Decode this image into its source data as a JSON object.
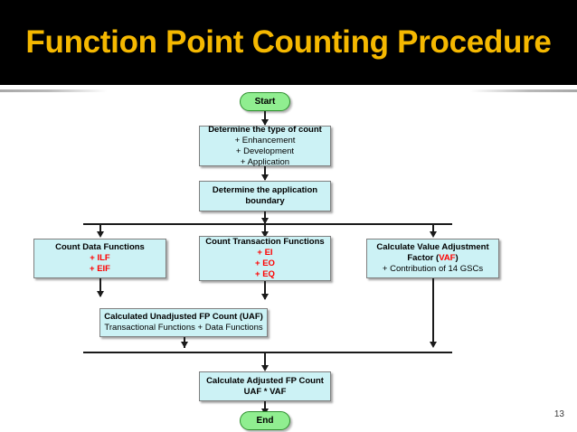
{
  "slide": {
    "title": "Function Point Counting Procedure",
    "page_number": "13",
    "colors": {
      "banner_background": "#000000",
      "title_text": "#f5b800",
      "node_fill": "#ccf2f5",
      "node_border": "#7f7f7f",
      "terminator_fill": "#90ee90",
      "terminator_border": "#2f8f2f",
      "accent_red": "#ff0000",
      "connector": "#1a1a1a"
    }
  },
  "flow": {
    "start": {
      "label": "Start"
    },
    "end": {
      "label": "End"
    },
    "determine_type": {
      "title": "Determine the type of count",
      "items": [
        "+ Enhancement",
        "+ Development",
        "+ Application"
      ]
    },
    "determine_boundary": {
      "line1": "Determine the application",
      "line2": "boundary"
    },
    "count_data_functions": {
      "title": "Count Data Functions",
      "items": [
        "+ ILF",
        "+ EIF"
      ]
    },
    "count_transaction_functions": {
      "title": "Count Transaction Functions",
      "items": [
        "+ EI",
        "+ EO",
        "+ EQ"
      ]
    },
    "calculate_vaf": {
      "title_line1": "Calculate Value Adjustment",
      "title_line2_prefix": "Factor (",
      "title_line2_accent": "VAF",
      "title_line2_suffix": ")",
      "note": "+ Contribution of 14 GSCs"
    },
    "unadjusted_fp_count": {
      "title": "Calculated Unadjusted FP Count (UAF)",
      "subtitle": "Transactional Functions + Data Functions"
    },
    "adjusted_fp_count": {
      "title": "Calculate Adjusted FP Count",
      "formula": "UAF * VAF"
    }
  }
}
